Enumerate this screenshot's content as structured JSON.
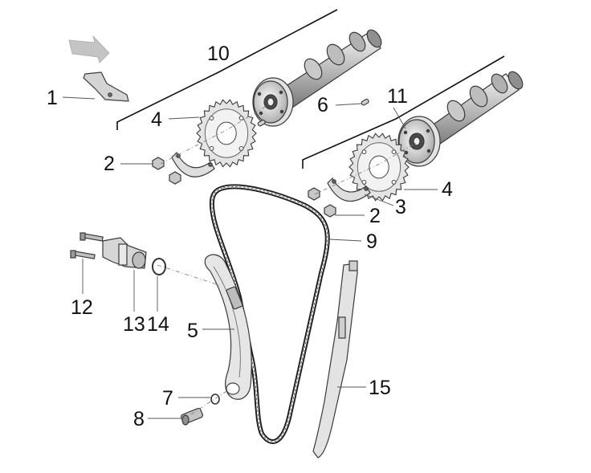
{
  "callouts": {
    "c1": "1",
    "c2a": "2",
    "c2b": "2",
    "c3": "3",
    "c4a": "4",
    "c4b": "4",
    "c5": "5",
    "c6": "6",
    "c7": "7",
    "c8": "8",
    "c9": "9",
    "c10": "10",
    "c11": "11",
    "c12": "12",
    "c13": "13",
    "c14": "14",
    "c15": "15"
  },
  "colors": {
    "ink": "#111111",
    "part_fill": "#e4e4e4",
    "part_shade": "#9a9a9a",
    "arrow_fill": "#c8c8c8"
  }
}
